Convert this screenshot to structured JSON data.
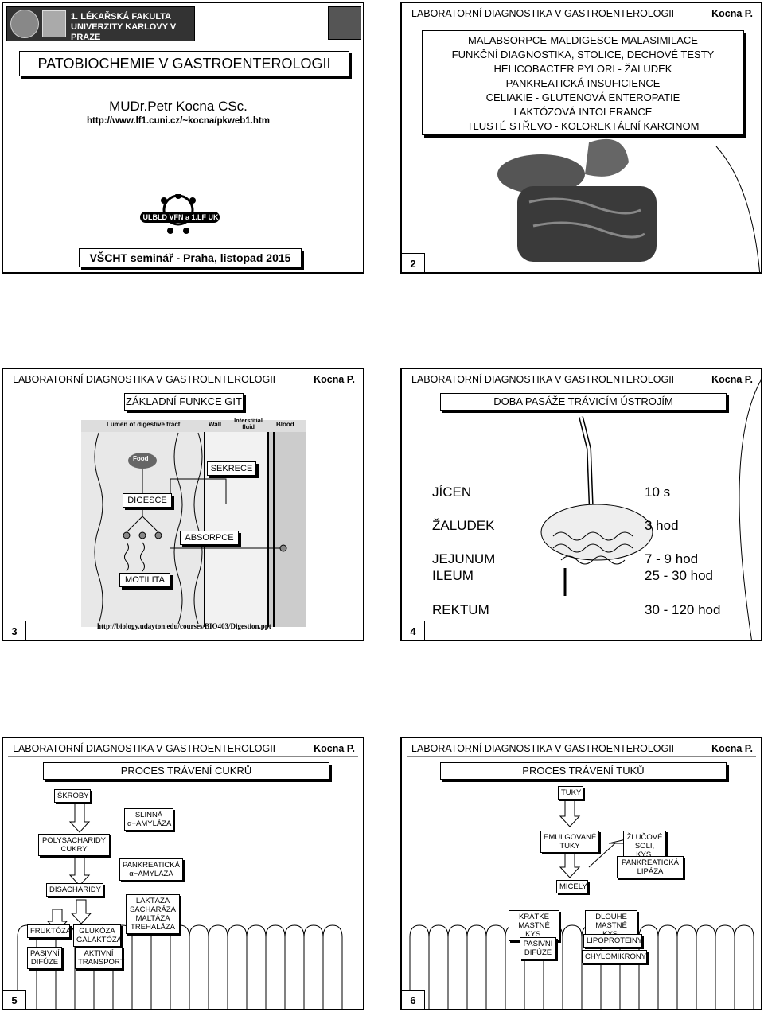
{
  "header": {
    "course": "LABORATORNÍ DIAGNOSTIKA V GASTROENTEROLOGII",
    "author": "Kocna P."
  },
  "slide1": {
    "logo_left": "1. LÉKAŘSKÁ FAKULTA UNIVERZITY KARLOVY V PRAZE",
    "title": "PATOBIOCHEMIE V GASTROENTEROLOGII",
    "author": "MUDr.Petr Kocna CSc.",
    "url": "http://www.lf1.cuni.cz/~kocna/pkweb1.htm",
    "lab_logo": "ULBLD VFN a 1.LF UK",
    "seminar": "VŠCHT seminář - Praha, listopad 2015"
  },
  "slide2": {
    "number": "2",
    "topics": [
      "MALABSORPCE-MALDIGESCE-MALASIMILACE",
      "FUNKČNÍ DIAGNOSTIKA, STOLICE, DECHOVÉ TESTY",
      "HELICOBACTER PYLORI - ŽALUDEK",
      "PANKREATICKÁ INSUFICIENCE",
      "CELIAKIE - GLUTENOVÁ ENTEROPATIE",
      "LAKTÓZOVÁ INTOLERANCE",
      "TLUSTÉ STŘEVO - KOLOREKTÁLNÍ KARCINOM"
    ]
  },
  "slide3": {
    "number": "3",
    "title": "ZÁKLADNÍ FUNKCE GIT",
    "col_lumen": "Lumen of digestive tract",
    "col_wall": "Wall",
    "col_interstitial": "Interstitial fluid",
    "col_blood": "Blood",
    "food": "Food",
    "sekrece": "SEKRECE",
    "digesce": "DIGESCE",
    "absorpce": "ABSORPCE",
    "motilita": "MOTILITA",
    "source": "http://biology.udayton.edu/courses/BIO403/Digestion.ppt"
  },
  "slide4": {
    "number": "4",
    "title": "DOBA PASÁŽE TRÁVICÍM ÚSTROJÍM",
    "rows": [
      {
        "organ": "JÍCEN",
        "time": "10 s"
      },
      {
        "organ": "ŽALUDEK",
        "time": "3 hod"
      },
      {
        "organ": "JEJUNUM",
        "time": "7 - 9 hod"
      },
      {
        "organ": "ILEUM",
        "time": "25 - 30 hod"
      },
      {
        "organ": "REKTUM",
        "time": "30 - 120 hod"
      }
    ]
  },
  "slide5": {
    "number": "5",
    "title": "PROCES TRÁVENÍ CUKRŮ",
    "skroby": "ŠKROBY",
    "slinna": "SLINNÁ α−AMYLÁZA",
    "polysacharidy": "POLYSACHARIDY CUKRY",
    "pankreaticka": "PANKREATICKÁ α−AMYLÁZA",
    "disacharidy": "DISACHARIDY",
    "laktaza": "LAKTÁZA SACHARÁZA MALTÁZA TREHALÁZA",
    "fruktoza": "FRUKTÓZA",
    "glukoza": "GLUKÓZA GALAKTÓZA",
    "pasivni": "PASIVNÍ DIFÚZE",
    "aktivni": "AKTIVNÍ TRANSPORT"
  },
  "slide6": {
    "number": "6",
    "title": "PROCES TRÁVENÍ TUKŮ",
    "tuky": "TUKY",
    "emulgovane": "EMULGOVANÉ TUKY",
    "zlucove": "ŽLUČOVÉ SOLI, KYS.",
    "pankreaticka_lipaza": "PANKREATICKÁ LIPÁZA",
    "micely": "MICELY",
    "kratke": "KRÁTKÉ MASTNÉ KYS.",
    "dlouhe": "DLOUHÉ MASTNÉ KYS.",
    "pasivni": "PASIVNÍ DIFÚZE",
    "lipoproteiny": "LIPOPROTEINY",
    "chylomikrony": "CHYLOMIKRONY"
  }
}
